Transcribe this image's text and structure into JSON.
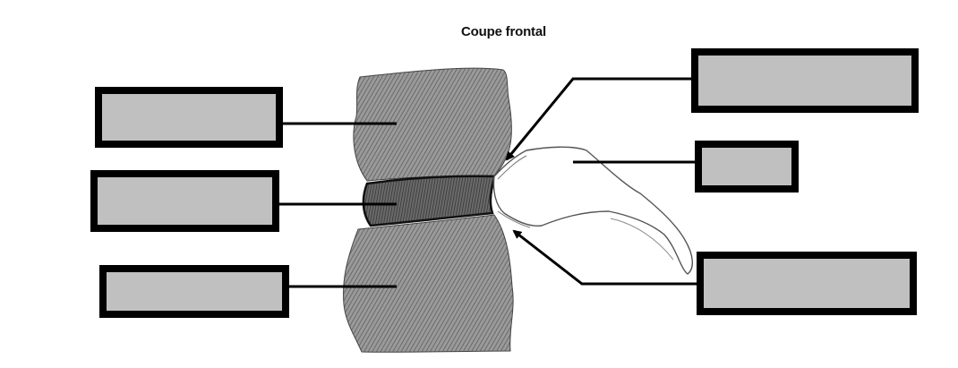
{
  "title": "Coupe frontal",
  "label_boxes": [
    {
      "id": "upper-vertebral-body",
      "text": ""
    },
    {
      "id": "intervertebral-disc",
      "text": ""
    },
    {
      "id": "lower-vertebral-body",
      "text": ""
    },
    {
      "id": "upper-facet",
      "text": ""
    },
    {
      "id": "articular-process",
      "text": ""
    },
    {
      "id": "lower-facet",
      "text": ""
    }
  ],
  "colors": {
    "box_fill": "#c0c0c0",
    "box_border": "#000000",
    "bone_fill": "#8a8a8a",
    "disc_fill": "#555555"
  }
}
